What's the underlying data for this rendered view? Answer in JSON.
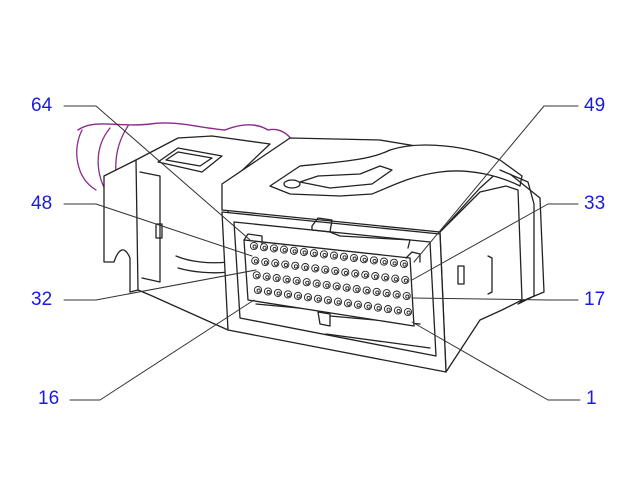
{
  "pin_labels": {
    "p64": "64",
    "p48": "48",
    "p32": "32",
    "p16": "16",
    "p49": "49",
    "p33": "33",
    "p17": "17",
    "p1": "1"
  },
  "colors": {
    "label_text": "#1a1ae6",
    "outline": "#222222",
    "leader": "#333333",
    "wire_bundle": "#8a2a8a"
  },
  "connector": {
    "pin_rows": 4,
    "pins_per_row": 16,
    "total_pins": 64
  }
}
